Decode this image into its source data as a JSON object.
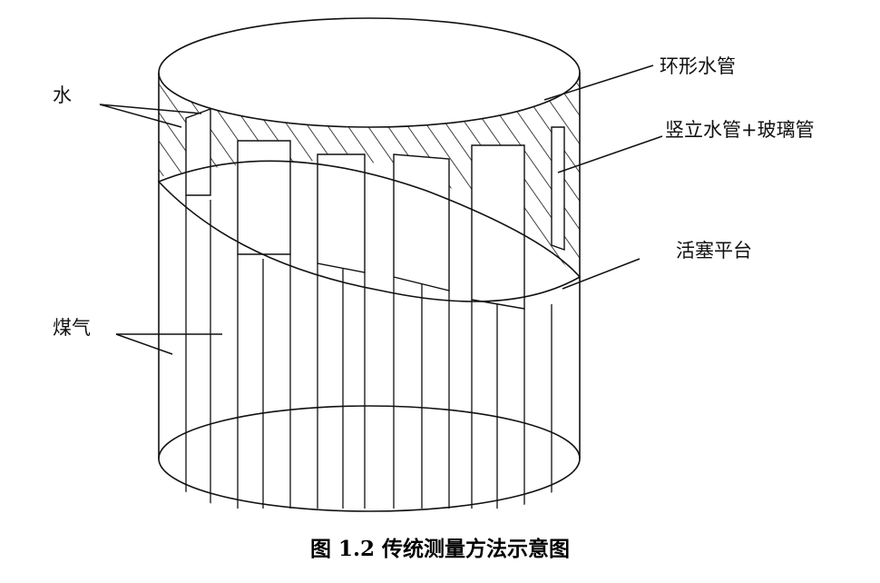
{
  "labels": {
    "water": "水",
    "ring_pipe": "环形水管",
    "vertical_pipe": "竖立水管+玻璃管",
    "piston": "活塞平台",
    "gas": "煤气"
  },
  "caption": "图 1.2 传统测量方法示意图",
  "colors": {
    "line": "#111111",
    "background": "#ffffff"
  }
}
